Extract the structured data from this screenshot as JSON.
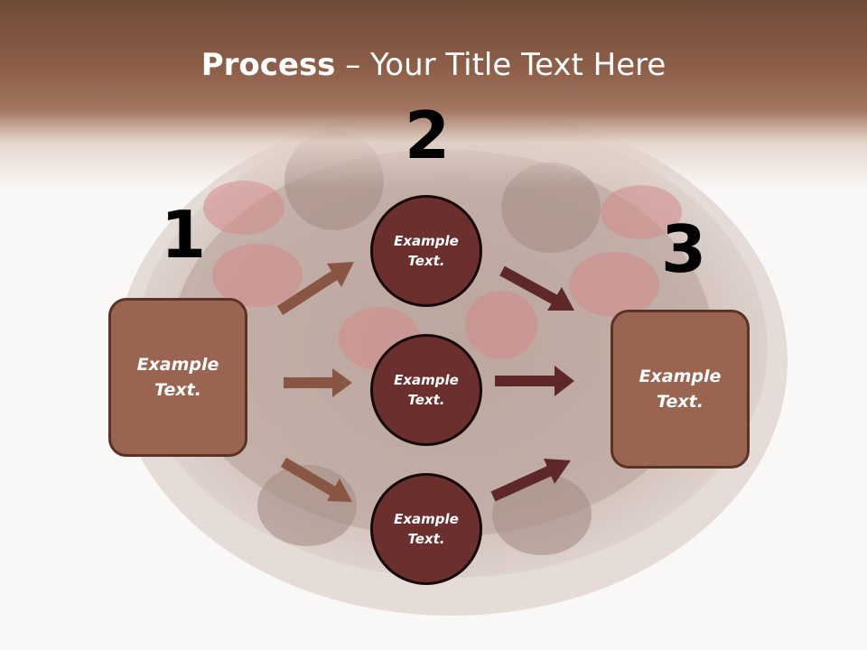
{
  "title": {
    "bold": "Process",
    "rest": " – Your Title Text Here"
  },
  "steps": {
    "one": {
      "number": "1",
      "text": "Example Text."
    },
    "two": {
      "number": "2"
    },
    "three": {
      "number": "3",
      "text": "Example Text."
    }
  },
  "circles": [
    {
      "text": "Example Text."
    },
    {
      "text": "Example Text."
    },
    {
      "text": "Example Text."
    }
  ],
  "colors": {
    "header": "#8c5e48",
    "box_fill": "#9a6550",
    "circle_fill": "#6b2f2e",
    "arrow_light": "#8a5644",
    "arrow_dark": "#5e2828"
  }
}
